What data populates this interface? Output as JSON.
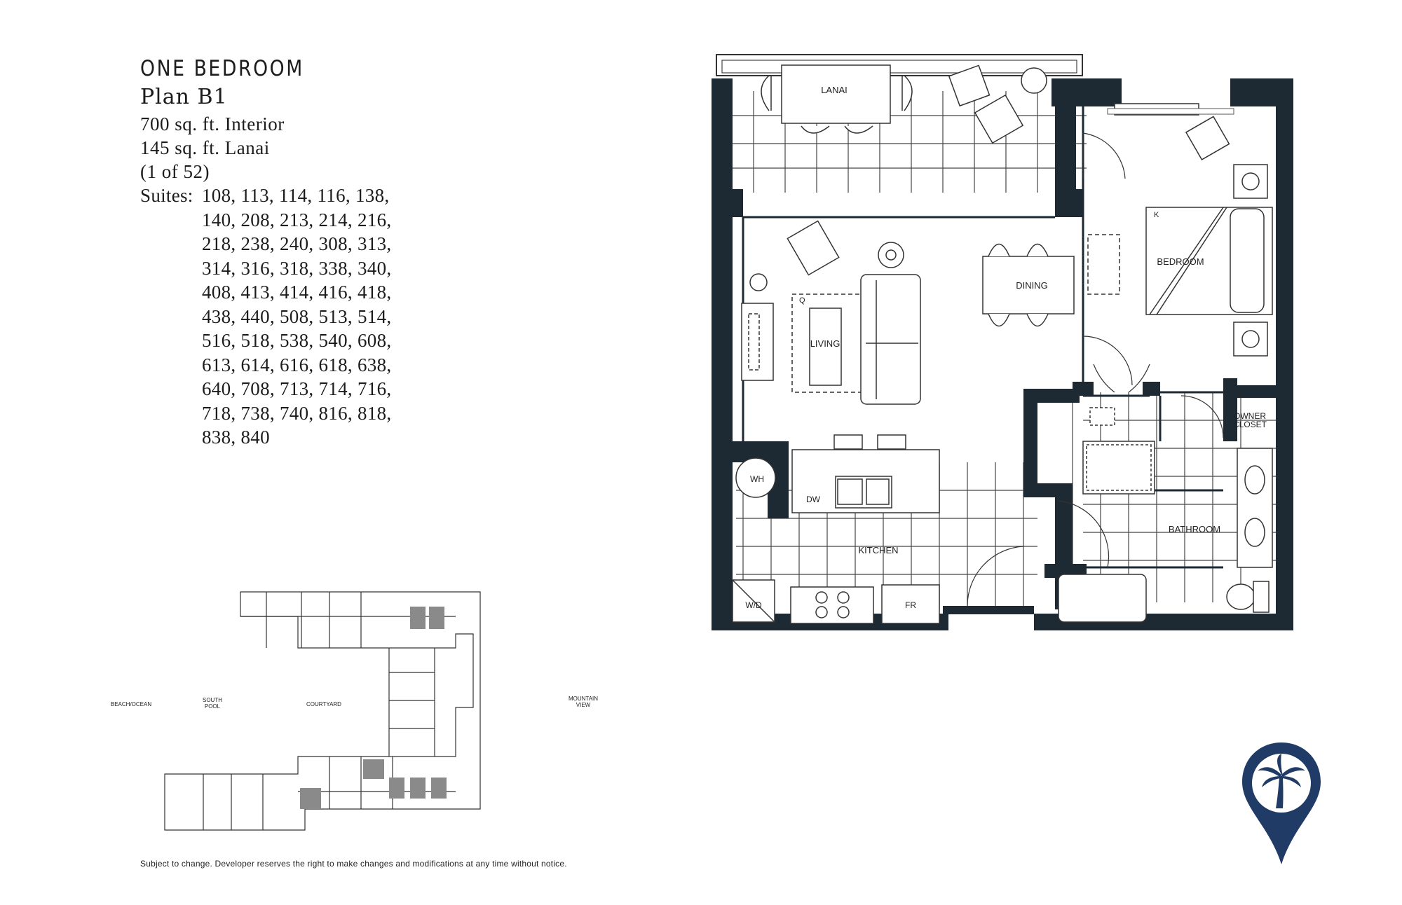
{
  "plan_info": {
    "title": "ONE BEDROOM",
    "plan_name": "Plan B1",
    "interior": "700 sq. ft. Interior",
    "lanai": "145 sq. ft. Lanai",
    "count": "(1 of 52)",
    "suites_label": "Suites:",
    "suites": "108, 113, 114, 116, 138, 140, 208, 213, 214, 216, 218, 238, 240, 308, 313, 314, 316, 318, 338, 340, 408, 413, 414, 416, 418, 438, 440, 508, 513, 514, 516, 518, 538, 540, 608, 613, 614, 616, 618, 638, 640, 708, 713, 714, 716, 718, 738, 740, 816, 818, 838, 840"
  },
  "floor_plan": {
    "rooms": {
      "lanai": "LANAI",
      "bedroom": "BEDROOM",
      "dining": "DINING",
      "living": "LIVING",
      "kitchen": "KITCHEN",
      "bathroom": "BATHROOM",
      "owner_closet_1": "OWNER",
      "owner_closet_2": "CLOSET"
    },
    "fixtures": {
      "water_heater": "WH",
      "dishwasher": "DW",
      "washer_dryer": "W/D",
      "fridge": "FR",
      "bed_marker": "K",
      "chair_marker": "Q"
    }
  },
  "site_plan": {
    "beach": "BEACH/OCEAN",
    "pool_1": "SOUTH",
    "pool_2": "POOL",
    "courtyard": "COURTYARD",
    "mountain_1": "MOUNTAIN",
    "mountain_2": "VIEW"
  },
  "disclaimer": "Subject to change. Developer reserves the right to make changes and modifications at any time without notice.",
  "colors": {
    "wall": "#1e2a33",
    "pin": "#1f3b66",
    "unit_highlight": "#8a8a8a"
  },
  "icons": [
    "palm-tree-icon"
  ]
}
